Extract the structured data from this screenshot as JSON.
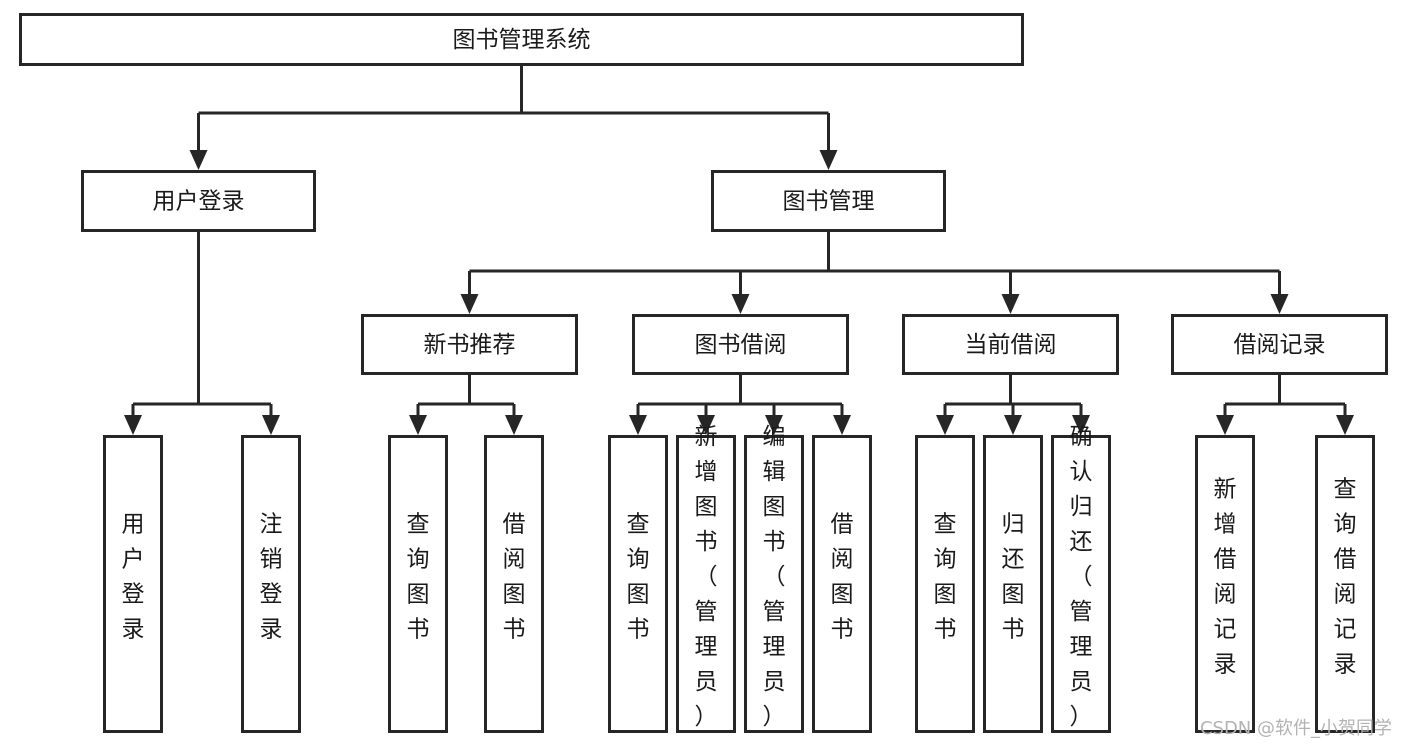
{
  "diagram": {
    "type": "tree-hierarchy",
    "title": "图书管理系统",
    "orientation": "top-down",
    "colors": {
      "box_fill": "#ffffff",
      "box_stroke": "#262626",
      "connector": "#262626",
      "text": "#1a1a1a",
      "watermark": "#b3b3b3",
      "background": "#ffffff"
    },
    "levels": [
      {
        "level": 0,
        "nodes": [
          {
            "id": "root",
            "label": "图书管理系统",
            "text_orientation": "horizontal"
          }
        ]
      },
      {
        "level": 1,
        "nodes": [
          {
            "id": "user-login",
            "label": "用户登录",
            "text_orientation": "horizontal",
            "parent": "root"
          },
          {
            "id": "book-manage",
            "label": "图书管理",
            "text_orientation": "horizontal",
            "parent": "root"
          }
        ]
      },
      {
        "level": 2,
        "nodes": [
          {
            "id": "new-book-rec",
            "label": "新书推荐",
            "text_orientation": "horizontal",
            "parent": "book-manage"
          },
          {
            "id": "book-borrow",
            "label": "图书借阅",
            "text_orientation": "horizontal",
            "parent": "book-manage"
          },
          {
            "id": "current-borrow",
            "label": "当前借阅",
            "text_orientation": "horizontal",
            "parent": "book-manage"
          },
          {
            "id": "borrow-record",
            "label": "借阅记录",
            "text_orientation": "horizontal",
            "parent": "book-manage"
          }
        ]
      },
      {
        "level": 3,
        "nodes": [
          {
            "id": "leaf-user-login",
            "label": "用户登录",
            "text_orientation": "vertical",
            "parent": "user-login"
          },
          {
            "id": "leaf-logout",
            "label": "注销登录",
            "text_orientation": "vertical",
            "parent": "user-login"
          },
          {
            "id": "leaf-query-book-1",
            "label": "查询图书",
            "text_orientation": "vertical",
            "parent": "new-book-rec"
          },
          {
            "id": "leaf-borrow-book-1",
            "label": "借阅图书",
            "text_orientation": "vertical",
            "parent": "new-book-rec"
          },
          {
            "id": "leaf-query-book-2",
            "label": "查询图书",
            "text_orientation": "vertical",
            "parent": "book-borrow"
          },
          {
            "id": "leaf-add-book",
            "label": "新增图书（管理员）",
            "text_orientation": "vertical",
            "parent": "book-borrow"
          },
          {
            "id": "leaf-edit-book",
            "label": "编辑图书（管理员）",
            "text_orientation": "vertical",
            "parent": "book-borrow"
          },
          {
            "id": "leaf-borrow-book-2",
            "label": "借阅图书",
            "text_orientation": "vertical",
            "parent": "book-borrow"
          },
          {
            "id": "leaf-query-book-3",
            "label": "查询图书",
            "text_orientation": "vertical",
            "parent": "current-borrow"
          },
          {
            "id": "leaf-return-book",
            "label": "归还图书",
            "text_orientation": "vertical",
            "parent": "current-borrow"
          },
          {
            "id": "leaf-confirm-return",
            "label": "确认归还（管理员）",
            "text_orientation": "vertical",
            "parent": "current-borrow"
          },
          {
            "id": "leaf-add-record",
            "label": "新增借阅记录",
            "text_orientation": "vertical",
            "parent": "borrow-record"
          },
          {
            "id": "leaf-query-record",
            "label": "查询借阅记录",
            "text_orientation": "vertical",
            "parent": "borrow-record"
          }
        ]
      }
    ]
  },
  "watermark": {
    "text": "CSDN @软件_小贺同学"
  }
}
